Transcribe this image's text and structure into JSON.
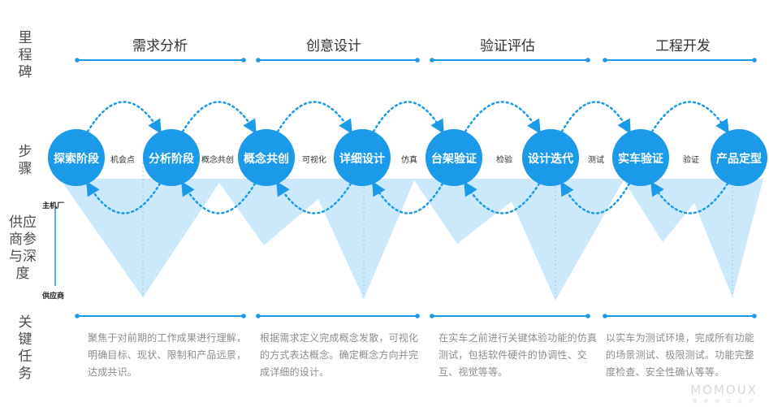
{
  "row_labels": {
    "milestone": "里\n程\n碑",
    "steps": "步\n骤",
    "supplier": "供应\n商参\n与深\n度",
    "tasks": "关\n键\n任\n务"
  },
  "phases": [
    "需求分析",
    "创意设计",
    "验证评估",
    "工程开发"
  ],
  "steps": [
    "探索阶段",
    "分析阶段",
    "概念共创",
    "详细设计",
    "台架验证",
    "设计迭代",
    "实车验证",
    "产品定型"
  ],
  "links": [
    "机会点",
    "概念共创",
    "可视化",
    "仿真",
    "检验",
    "测试",
    "验证"
  ],
  "tiers": {
    "top": "主机厂",
    "bottom": "供应商"
  },
  "tasks": [
    "聚焦于对前期的工作成果进行理解，明确目标、现状、限制和产品远景，达成共识。",
    "根据需求定义完成概念发散，可视化的方式表达概念。确定概念方向并完成详细的设计。",
    "在实车之前进行关键体验功能的仿真测试，包括软件硬件的协调性、交互、视觉等等。",
    "以实车为测试环境，完成所有功能的场景测试、极限测试。功能完整度检查、安全性确认等等。"
  ],
  "brand": {
    "name": "MOMOUX",
    "tagline": "莫 莫 体 验 设 计"
  },
  "colors": {
    "primary": "#1a9ae8",
    "light_fill": "#cce8fb",
    "text": "#333333",
    "muted": "#8c8c8c"
  }
}
